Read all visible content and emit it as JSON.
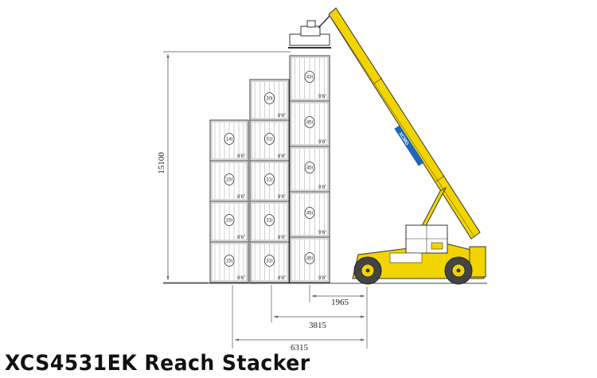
{
  "title": "XCS4531EK Reach Stacker",
  "colors": {
    "machine_yellow": "#f2d400",
    "accent_blue": "#1f66b8",
    "line": "#333333",
    "dimension_line": "#555555"
  },
  "dimensions": {
    "height": "15100",
    "reach_row1": "1965",
    "reach_row2": "3815",
    "reach_row3": "6315"
  },
  "boom_text": "XCMG",
  "columns": [
    {
      "name": "row-3",
      "containers": [
        {
          "weight": "15t",
          "height_mark": "8'6\""
        },
        {
          "weight": "15t",
          "height_mark": "8'6\""
        },
        {
          "weight": "15t",
          "height_mark": "8'6\""
        },
        {
          "weight": "14t",
          "height_mark": "8'6\""
        }
      ]
    },
    {
      "name": "row-2",
      "containers": [
        {
          "weight": "31t",
          "height_mark": "8'6\""
        },
        {
          "weight": "31t",
          "height_mark": "8'6\""
        },
        {
          "weight": "31t",
          "height_mark": "8'6\""
        },
        {
          "weight": "31t",
          "height_mark": "8'6\""
        },
        {
          "weight": "30t",
          "height_mark": "8'6\""
        }
      ]
    },
    {
      "name": "row-1",
      "containers": [
        {
          "weight": "45t",
          "height_mark": "9'6\""
        },
        {
          "weight": "45t",
          "height_mark": "9'6\""
        },
        {
          "weight": "45t",
          "height_mark": "9'6\""
        },
        {
          "weight": "45t",
          "height_mark": "9'6\""
        },
        {
          "weight": "43t",
          "height_mark": "9'6\""
        }
      ]
    }
  ]
}
